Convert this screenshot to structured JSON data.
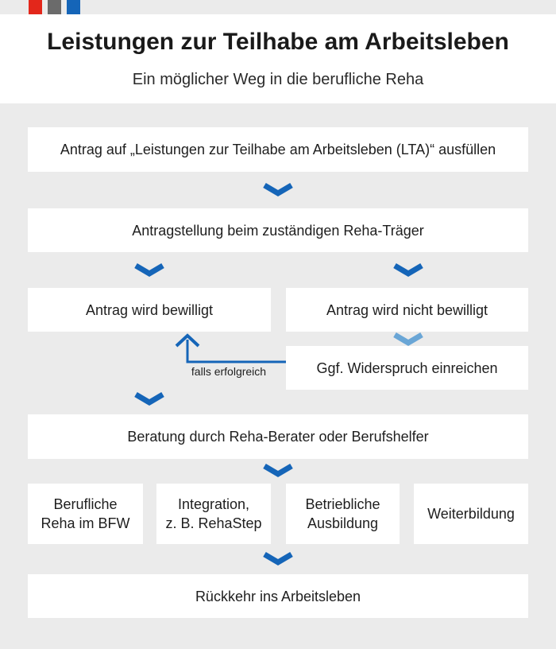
{
  "colors": {
    "red": "#e3271b",
    "gray": "#6b6b6b",
    "blue": "#1565b8",
    "light_blue": "#6aa6d6",
    "background": "#ebebeb"
  },
  "header": {
    "title": "Leistungen zur Teilhabe am Arbeitsleben",
    "subtitle": "Ein möglicher Weg in die berufliche Reha"
  },
  "steps": {
    "antrag": "Antrag auf „Leistungen zur Teilhabe am Arbeitsleben (LTA)“ ausfüllen",
    "antragstellung": "Antragstellung beim zuständigen Reha-Träger",
    "bewilligt": "Antrag wird bewilligt",
    "nicht_bewilligt": "Antrag wird nicht bewilligt",
    "widerspruch": "Ggf. Widerspruch einreichen",
    "falls_erfolgreich": "falls erfolgreich",
    "beratung": "Beratung durch Reha-Berater oder Berufshelfer",
    "options": [
      {
        "line1": "Berufliche",
        "line2": "Reha im BFW"
      },
      {
        "line1": "Integration,",
        "line2": "z. B. RehaStep"
      },
      {
        "line1": "Betriebliche",
        "line2": "Ausbildung"
      },
      {
        "line1": "Weiterbildung",
        "line2": ""
      }
    ],
    "rueckkehr": "Rückkehr ins Arbeitsleben"
  }
}
